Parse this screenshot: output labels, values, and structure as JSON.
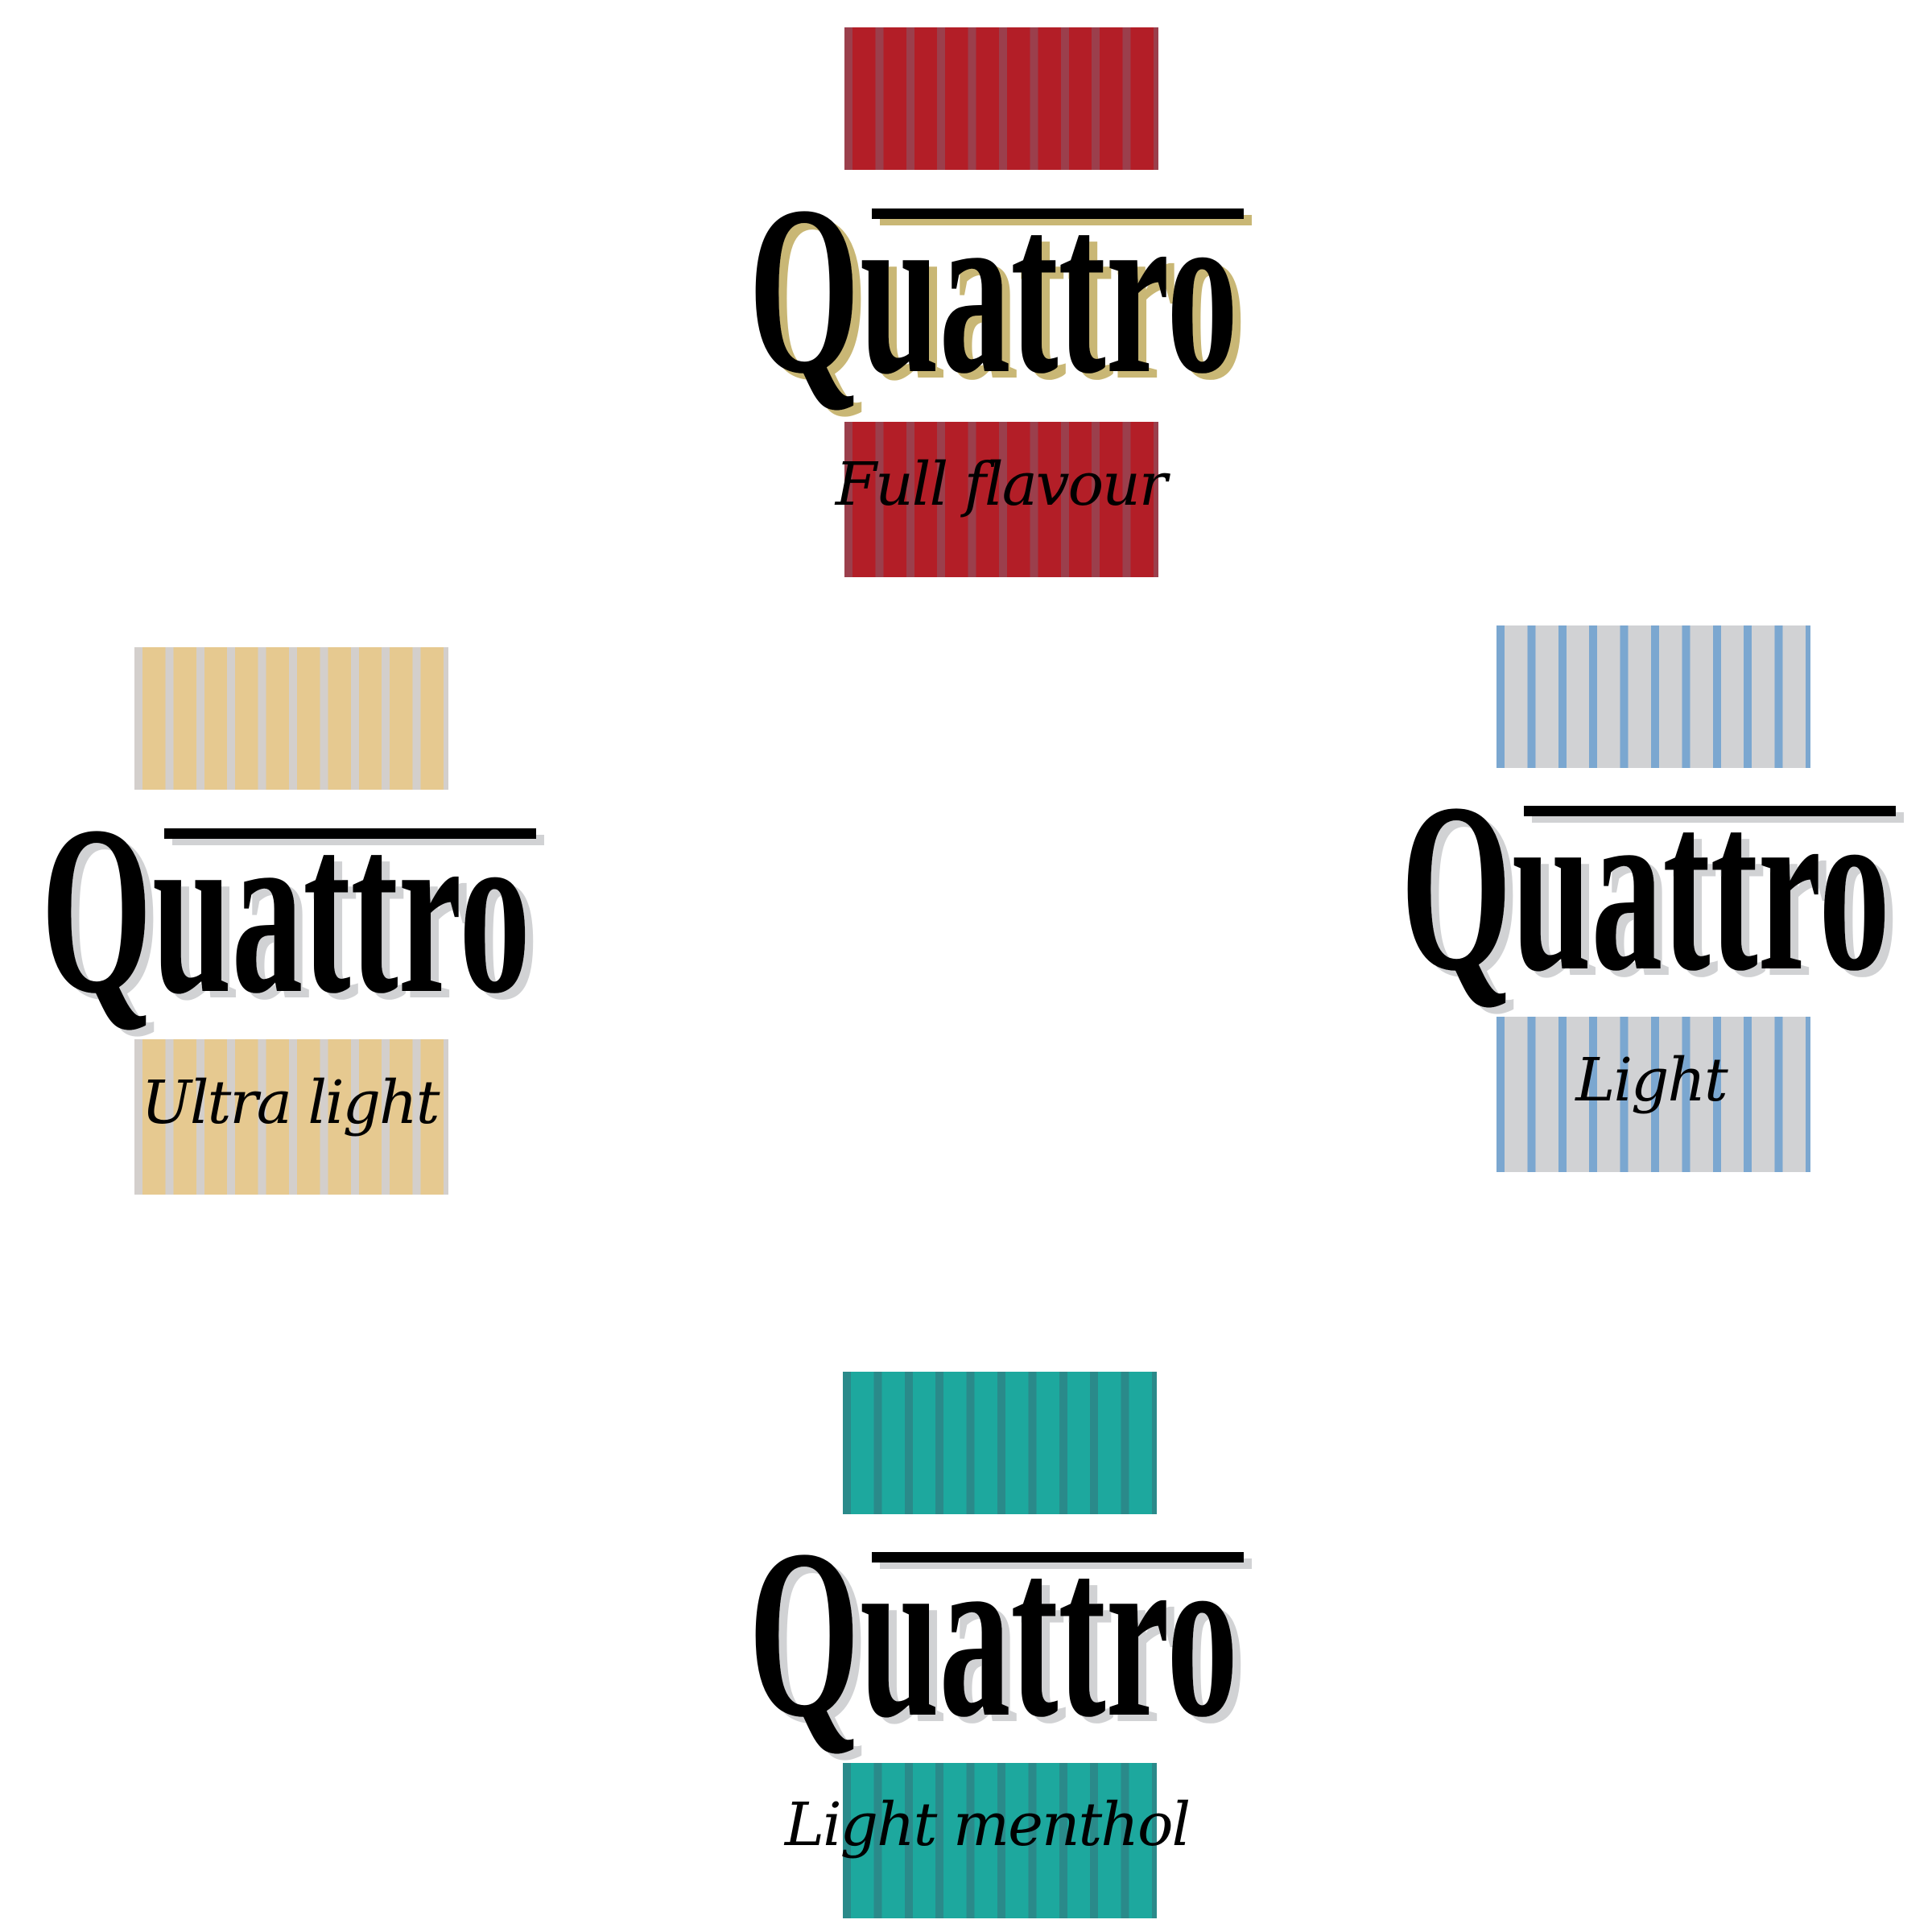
{
  "brand": "Quattro",
  "variants": [
    {
      "id": "full-flavour",
      "tagline": "Full flavour",
      "colors": {
        "band": "#b31e27",
        "stripe": "#9b3f4c",
        "shadow": "#c9b774"
      }
    },
    {
      "id": "ultra-light",
      "tagline": "Ultra light",
      "colors": {
        "band": "#e6c990",
        "stripe": "#d3cfcc",
        "shadow": "#d1d2d4"
      }
    },
    {
      "id": "light",
      "tagline": "Light",
      "colors": {
        "band": "#d1d2d4",
        "stripe": "#7ba7d0",
        "shadow": "#d1d2d4"
      }
    },
    {
      "id": "light-menthol",
      "tagline": "Light menthol",
      "colors": {
        "band": "#1da89e",
        "stripe": "#2a8a8a",
        "shadow": "#d1d2d4"
      }
    }
  ]
}
